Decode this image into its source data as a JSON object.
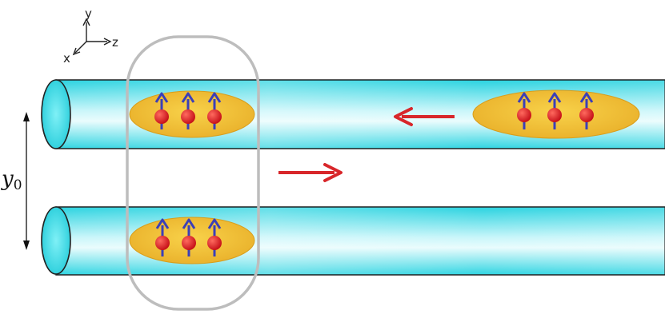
{
  "axes": {
    "y_label": "y",
    "z_label": "z",
    "x_label": "x"
  },
  "separation_label": {
    "symbol": "y",
    "subscript": "0"
  },
  "colors": {
    "tube_fill_dark": "#2fd6e3",
    "tube_fill_light": "#e8fbfd",
    "cloud_fill": "#f2c23a",
    "cloud_edge": "#e0a21c",
    "atom": "#d8141c",
    "spin_arrow": "#3b3fb8",
    "motion_arrow": "#d8262a",
    "pair_outline": "#b8b8b8"
  },
  "clouds": [
    {
      "id": "cloud-top-left",
      "atoms": 3,
      "spin": "up"
    },
    {
      "id": "cloud-top-right",
      "atoms": 3,
      "spin": "up"
    },
    {
      "id": "cloud-bottom-left",
      "atoms": 3,
      "spin": "up"
    }
  ],
  "motion_arrows": [
    {
      "id": "arrow-left",
      "direction": "left"
    },
    {
      "id": "arrow-right",
      "direction": "right"
    }
  ]
}
